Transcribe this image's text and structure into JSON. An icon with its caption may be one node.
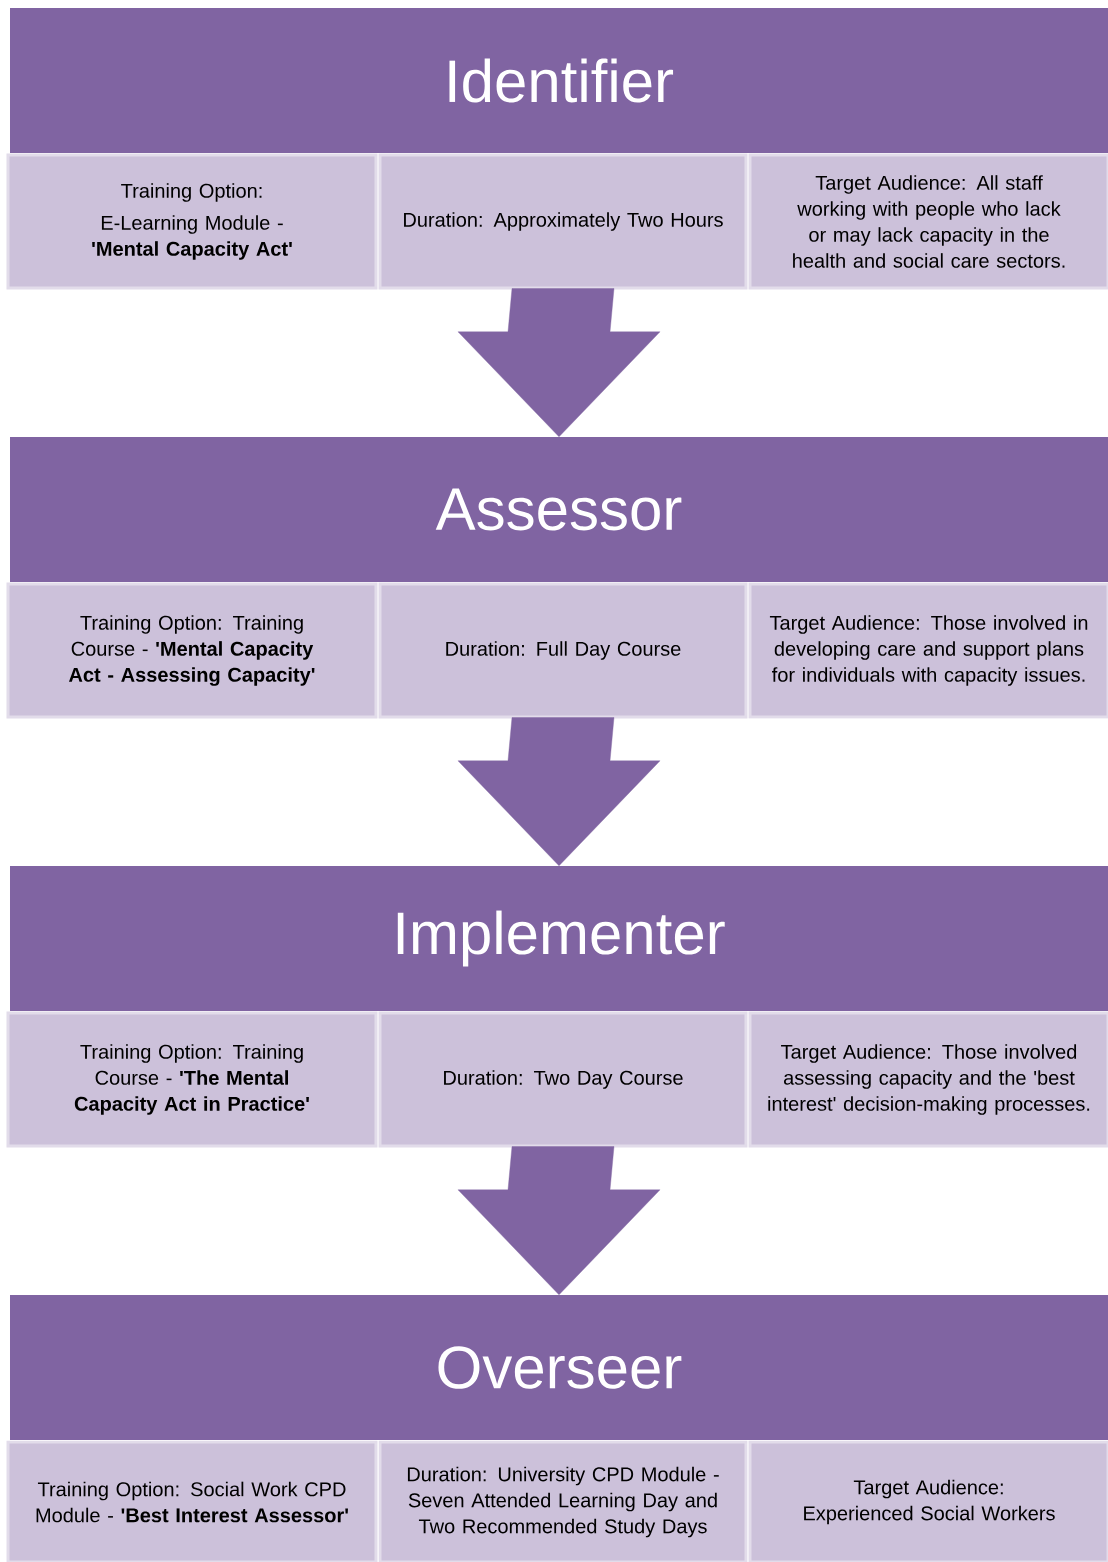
{
  "diagram": {
    "nodes": [
      {
        "text": [
          "Identifier"
        ]
      },
      {
        "text": [
          "Training Option:",
          "E-Learning Module - **'Mental Capacity Act'**"
        ]
      },
      {
        "text": [
          "Duration: Approximately Two Hours"
        ]
      },
      {
        "text": [
          "Target Audience: All staff working with people who lack or may lack capacity in the health and social care sectors."
        ]
      },
      {
        "text": [
          "Assessor"
        ]
      },
      {
        "text": [
          "Training Option: Training Course - **'Mental Capacity Act - Assessing Capacity'**"
        ]
      },
      {
        "text": [
          "Duration: Full Day Course"
        ]
      },
      {
        "text": [
          "Target Audience: Those involved in developing care and support plans for individuals with capacity issues."
        ]
      },
      {
        "text": [
          "Implementer"
        ]
      },
      {
        "text": [
          "Training Option: Training Course - **'The Mental Capacity Act in Practice'**"
        ]
      },
      {
        "text": [
          "Duration: Two Day Course"
        ]
      },
      {
        "text": [
          "Target Audience: Those involved assessing capacity and the 'best interest' decision-making processes."
        ]
      },
      {
        "text": [
          "Overseer"
        ]
      },
      {
        "text": [
          "Training Option: Social Work CPD Module - **'Best Interest Assessor'**"
        ]
      },
      {
        "text": [
          "Duration: University CPD Module - Seven Attended Learning Day and Two Recommended Study Days"
        ]
      },
      {
        "text": [
          "Target Audience: Experienced Social Workers"
        ]
      }
    ],
    "edges": [
      {
        "from": 2,
        "to": 4,
        "arrow": "to"
      },
      {
        "from": 6,
        "to": 8,
        "arrow": "to"
      },
      {
        "from": 10,
        "to": 12,
        "arrow": "to"
      }
    ]
  }
}
